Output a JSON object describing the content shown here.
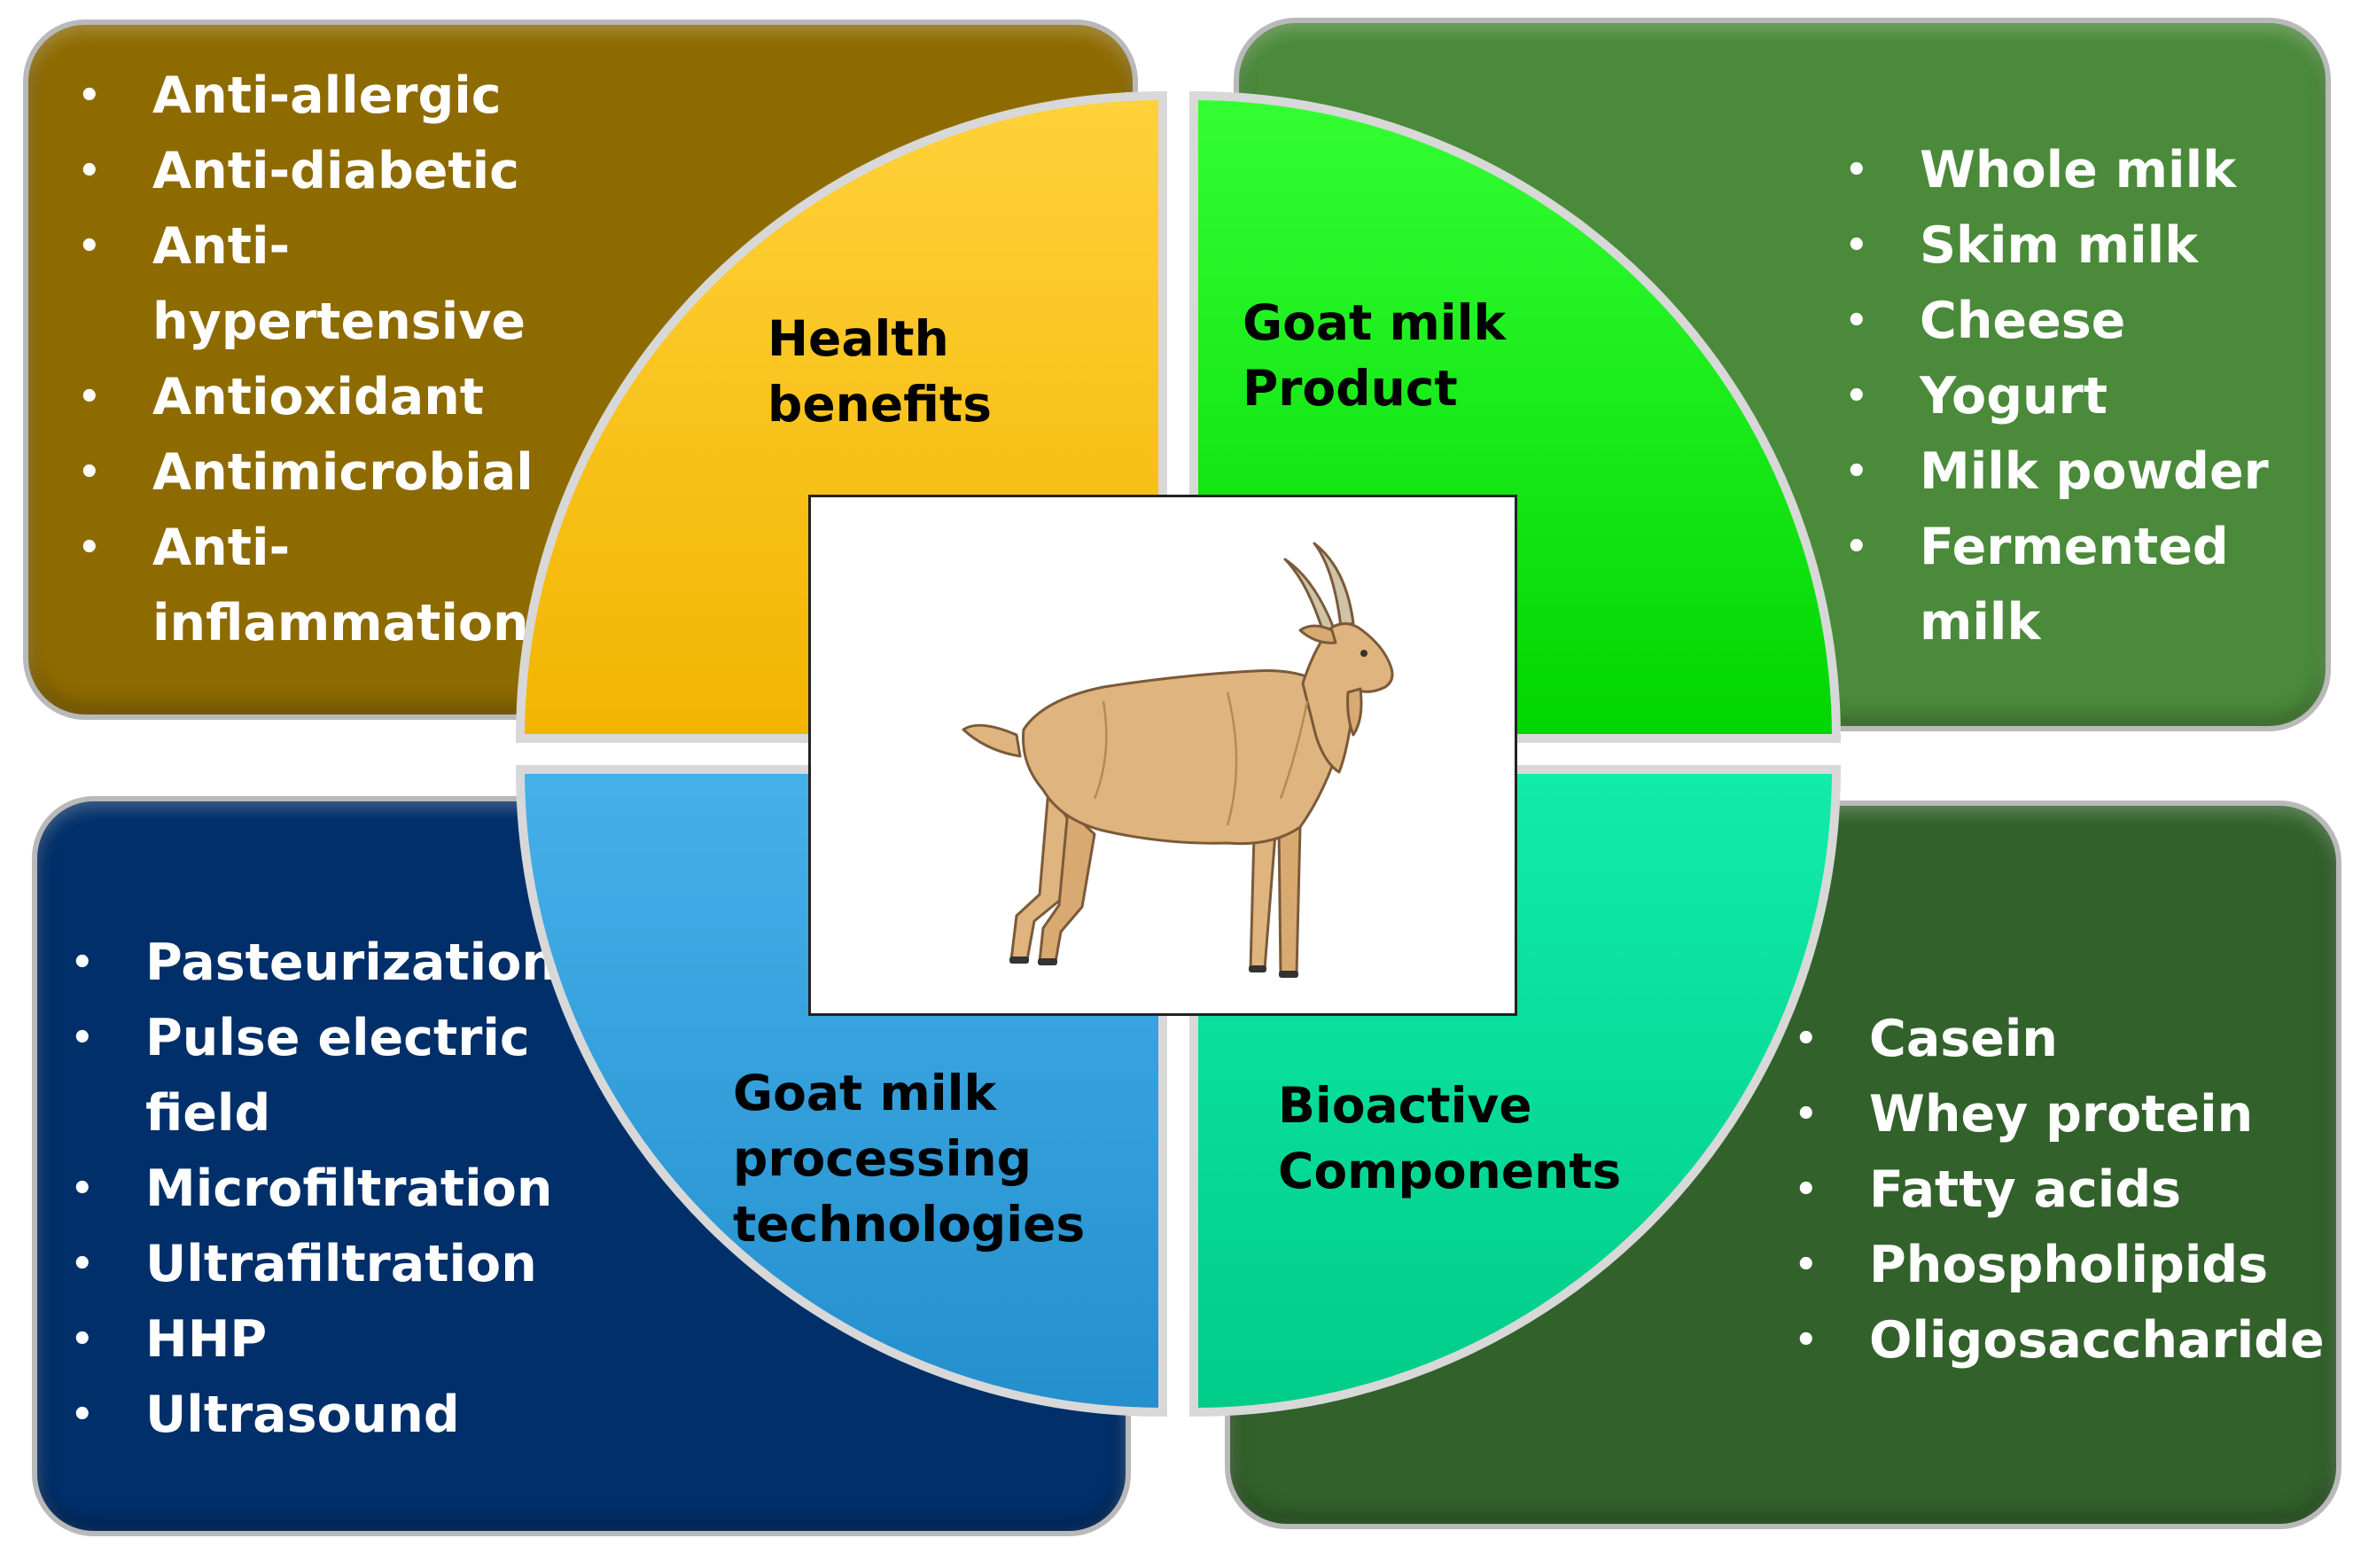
{
  "diagram": {
    "center_image": "goat-illustration",
    "quadrants": {
      "health_benefits": {
        "title_lines": [
          "Health",
          "benefits"
        ],
        "color": "#ffc000",
        "items": [
          "Anti-allergic",
          "Anti-diabetic",
          "Anti-hypertensive",
          "Antioxidant",
          "Antimicrobial",
          "Anti-inflammation"
        ]
      },
      "goat_milk_product": {
        "title_lines": [
          "Goat milk",
          "Product"
        ],
        "color": "#00e800",
        "items": [
          "Whole milk",
          "Skim milk",
          "Cheese",
          "Yogurt",
          "Milk powder",
          "Fermented milk"
        ]
      },
      "processing_technologies": {
        "title_lines": [
          "Goat milk",
          "processing",
          "technologies"
        ],
        "color": "#2e9edb",
        "items": [
          "Pasteurization",
          "Pulse electric field",
          "Microfiltration",
          "Ultrafiltration",
          "HHP",
          "Ultrasound"
        ]
      },
      "bioactive_components": {
        "title_lines": [
          "Bioactive",
          "Components"
        ],
        "color": "#00e098",
        "items": [
          "Casein",
          "Whey protein",
          "Fatty acids",
          "Phospholipids",
          "Oligosaccharide"
        ]
      }
    },
    "box_colors": {
      "top_left": "#8e6b00",
      "top_right": "#4a8a3a",
      "bottom_left": "#002f6a",
      "bottom_right": "#32612b"
    }
  }
}
